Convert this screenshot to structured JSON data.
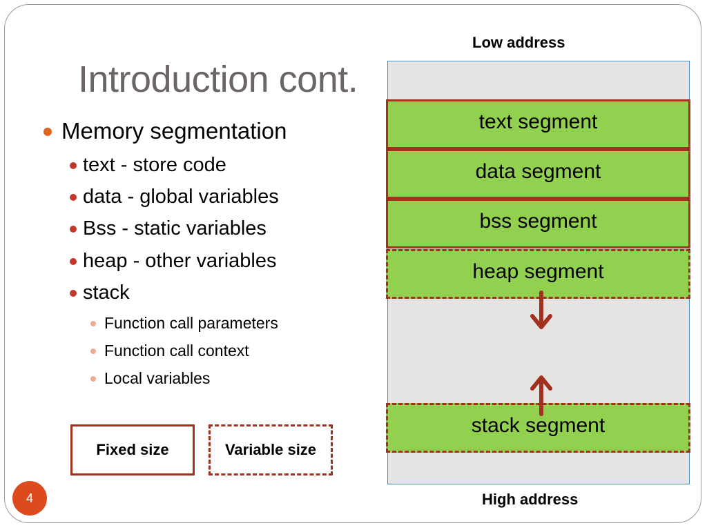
{
  "slide": {
    "title": "Introduction cont.",
    "page_number": "4"
  },
  "bullets": {
    "level1": "Memory segmentation",
    "level2": [
      "text - store code",
      "data -  global variables",
      "Bss - static variables",
      "heap - other variables",
      "stack"
    ],
    "level3": [
      "Function call parameters",
      "Function call context",
      "Local variables"
    ]
  },
  "memory": {
    "low_label": "Low address",
    "high_label": "High address",
    "segments": [
      {
        "label": "text segment",
        "border": "solid"
      },
      {
        "label": "data segment",
        "border": "solid"
      },
      {
        "label": "bss segment",
        "border": "solid"
      },
      {
        "label": "heap segment",
        "border": "dashed"
      },
      {
        "label": "stack segment",
        "border": "dashed"
      }
    ],
    "heap_growth": "down",
    "stack_growth": "up"
  },
  "legend": {
    "fixed": "Fixed size",
    "variable": "Variable size"
  },
  "colors": {
    "segment_fill": "#92d050",
    "segment_border": "#a0311e",
    "memory_bg": "#e6e3e3",
    "memory_border": "#4f8fc8",
    "title": "#6b6565",
    "bullet_l1": "#e0641e",
    "bullet_l2": "#c0392b",
    "bullet_l3": "#f2aa98",
    "page_badge": "#dd4a1e"
  }
}
